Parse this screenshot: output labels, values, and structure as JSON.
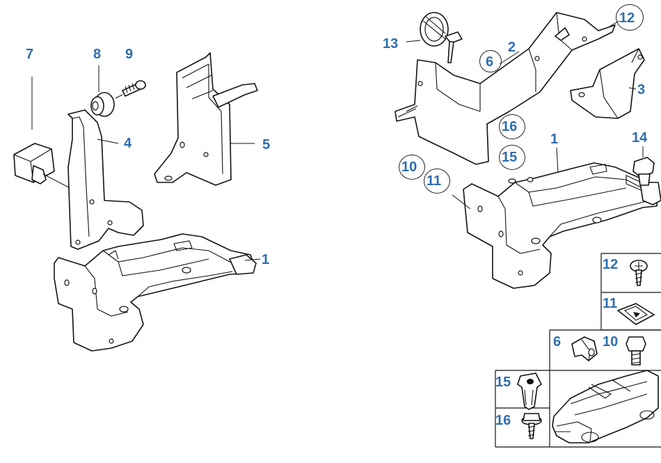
{
  "label_color": "#2e6db0",
  "labels": {
    "l_7": "7",
    "l_8": "8",
    "l_9": "9",
    "l_4": "4",
    "l_5": "5",
    "l_1a": "1",
    "l_13": "13",
    "l_2": "2",
    "l_12a": "12",
    "l_6a": "6",
    "l_3": "3",
    "l_16a": "16",
    "l_1b": "1",
    "l_14": "14",
    "l_15a": "15",
    "l_10a": "10",
    "l_11a": "11",
    "l_12b": "12",
    "l_11b": "11",
    "l_6b": "6",
    "l_10b": "10",
    "l_15b": "15",
    "l_16b": "16"
  },
  "circled_labels": [
    "l_12a",
    "l_6a",
    "l_16a",
    "l_15a",
    "l_10a",
    "l_11a"
  ]
}
